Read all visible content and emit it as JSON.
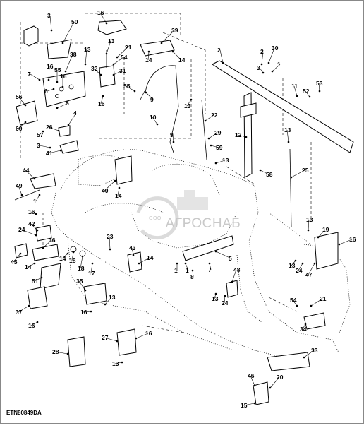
{
  "diagram": {
    "drawing_code": "ETN80849DA",
    "watermark": {
      "brand": "АГРОСНАБ",
      "prefix": "ООО"
    },
    "callouts": [
      {
        "id": "c3a",
        "label": "3"
      },
      {
        "id": "c50",
        "label": "50"
      },
      {
        "id": "c16a",
        "label": "16"
      },
      {
        "id": "c39",
        "label": "39"
      },
      {
        "id": "c14a",
        "label": "14"
      },
      {
        "id": "c14b",
        "label": "14"
      },
      {
        "id": "c13a",
        "label": "13"
      },
      {
        "id": "c21a",
        "label": "21"
      },
      {
        "id": "c54a",
        "label": "54"
      },
      {
        "id": "c38",
        "label": "38"
      },
      {
        "id": "c13b",
        "label": "13"
      },
      {
        "id": "c16b",
        "label": "16"
      },
      {
        "id": "c55a",
        "label": "55"
      },
      {
        "id": "c16c",
        "label": "16"
      },
      {
        "id": "c7",
        "label": "7"
      },
      {
        "id": "c6",
        "label": "6"
      },
      {
        "id": "c32",
        "label": "32"
      },
      {
        "id": "c31",
        "label": "31"
      },
      {
        "id": "c55b",
        "label": "55"
      },
      {
        "id": "c16d",
        "label": "16"
      },
      {
        "id": "c9a",
        "label": "9"
      },
      {
        "id": "c2a",
        "label": "2"
      },
      {
        "id": "c2b",
        "label": "2"
      },
      {
        "id": "c30",
        "label": "30"
      },
      {
        "id": "c3b",
        "label": "3"
      },
      {
        "id": "c1a",
        "label": "1"
      },
      {
        "id": "c11",
        "label": "11"
      },
      {
        "id": "c53",
        "label": "53"
      },
      {
        "id": "c52",
        "label": "52"
      },
      {
        "id": "c56",
        "label": "56"
      },
      {
        "id": "c5a",
        "label": "5"
      },
      {
        "id": "c4",
        "label": "4"
      },
      {
        "id": "c60",
        "label": "60"
      },
      {
        "id": "c57",
        "label": "57"
      },
      {
        "id": "c26",
        "label": "26"
      },
      {
        "id": "c13c",
        "label": "13"
      },
      {
        "id": "c22",
        "label": "22"
      },
      {
        "id": "c10",
        "label": "10"
      },
      {
        "id": "c9b",
        "label": "9"
      },
      {
        "id": "c29",
        "label": "29"
      },
      {
        "id": "c12",
        "label": "12"
      },
      {
        "id": "c59",
        "label": "59"
      },
      {
        "id": "c13d",
        "label": "13"
      },
      {
        "id": "c13e",
        "label": "13"
      },
      {
        "id": "c3c",
        "label": "3"
      },
      {
        "id": "c41",
        "label": "41"
      },
      {
        "id": "c58",
        "label": "58"
      },
      {
        "id": "c25",
        "label": "25"
      },
      {
        "id": "c44",
        "label": "44"
      },
      {
        "id": "c49",
        "label": "49"
      },
      {
        "id": "c40",
        "label": "40"
      },
      {
        "id": "c14c",
        "label": "14"
      },
      {
        "id": "c1b",
        "label": "1"
      },
      {
        "id": "c16e",
        "label": "16"
      },
      {
        "id": "c42",
        "label": "42"
      },
      {
        "id": "c24a",
        "label": "24"
      },
      {
        "id": "c23",
        "label": "23"
      },
      {
        "id": "c13f",
        "label": "13"
      },
      {
        "id": "c19",
        "label": "19"
      },
      {
        "id": "c16f",
        "label": "16"
      },
      {
        "id": "c36",
        "label": "36"
      },
      {
        "id": "c18a",
        "label": "18"
      },
      {
        "id": "c14d",
        "label": "14"
      },
      {
        "id": "c45",
        "label": "45"
      },
      {
        "id": "c14e",
        "label": "14"
      },
      {
        "id": "c18b",
        "label": "18"
      },
      {
        "id": "c17",
        "label": "17"
      },
      {
        "id": "c43",
        "label": "43"
      },
      {
        "id": "c14f",
        "label": "14"
      },
      {
        "id": "c1c",
        "label": "1"
      },
      {
        "id": "c1d",
        "label": "1"
      },
      {
        "id": "c7b",
        "label": "7"
      },
      {
        "id": "c8",
        "label": "8"
      },
      {
        "id": "c5b",
        "label": "5"
      },
      {
        "id": "c13g",
        "label": "13"
      },
      {
        "id": "c24b",
        "label": "24"
      },
      {
        "id": "c47",
        "label": "47"
      },
      {
        "id": "c51",
        "label": "51"
      },
      {
        "id": "c35",
        "label": "35"
      },
      {
        "id": "c48",
        "label": "48"
      },
      {
        "id": "c13h",
        "label": "13"
      },
      {
        "id": "c24c",
        "label": "24"
      },
      {
        "id": "c16g",
        "label": "16"
      },
      {
        "id": "c13i",
        "label": "13"
      },
      {
        "id": "c54b",
        "label": "54"
      },
      {
        "id": "c21b",
        "label": "21"
      },
      {
        "id": "c37",
        "label": "37"
      },
      {
        "id": "c34",
        "label": "34"
      },
      {
        "id": "c16h",
        "label": "16"
      },
      {
        "id": "c27",
        "label": "27"
      },
      {
        "id": "c16i",
        "label": "16"
      },
      {
        "id": "c28",
        "label": "28"
      },
      {
        "id": "c33",
        "label": "33"
      },
      {
        "id": "c13j",
        "label": "13"
      },
      {
        "id": "c46",
        "label": "46"
      },
      {
        "id": "c20",
        "label": "20"
      },
      {
        "id": "c15",
        "label": "15"
      }
    ]
  }
}
